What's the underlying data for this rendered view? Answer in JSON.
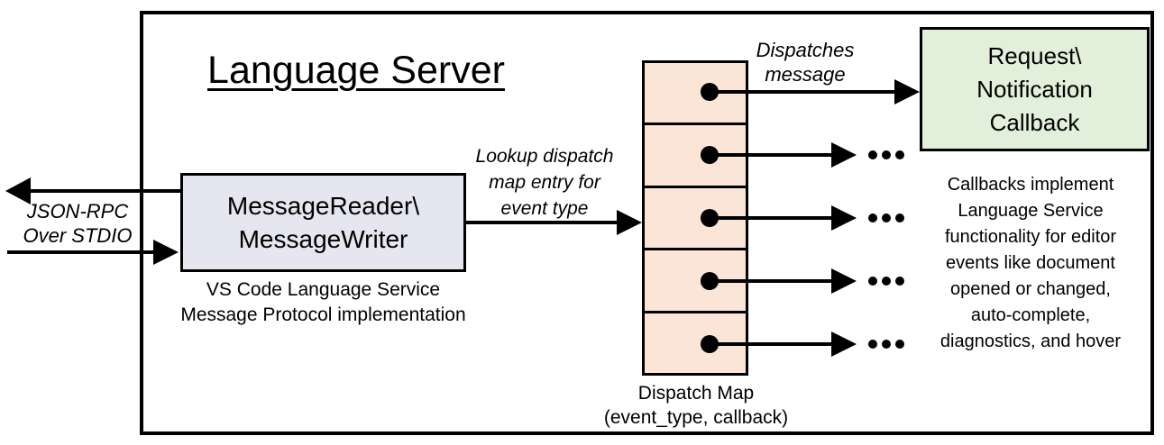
{
  "title": "Language Server",
  "colors": {
    "message_box_fill": "#E6E6F0",
    "dispatch_map_fill": "#FBE5D6",
    "callback_box_fill": "#E2EFDA",
    "stroke": "#000000",
    "background": "#FFFFFF"
  },
  "stdio_label": {
    "line1": "JSON-RPC",
    "line2": "Over STDIO"
  },
  "message_box": {
    "line1": "MessageReader\\",
    "line2": "MessageWriter"
  },
  "message_box_caption": {
    "line1": "VS Code Language Service",
    "line2": "Message Protocol implementation"
  },
  "lookup_label": {
    "line1": "Lookup dispatch",
    "line2": "map entry for",
    "line3": "event type"
  },
  "dispatch_map": {
    "row_count": 5,
    "caption": {
      "line1": "Dispatch Map",
      "line2": "(event_type, callback)"
    }
  },
  "dispatches_label": {
    "line1": "Dispatches",
    "line2": "message"
  },
  "callback_box": {
    "line1": "Request\\",
    "line2": "Notification",
    "line3": "Callback"
  },
  "callbacks_note": {
    "line1": "Callbacks implement",
    "line2": "Language Service",
    "line3": "functionality for editor",
    "line4": "events like document",
    "line5": "opened or changed,",
    "line6": "auto-complete,",
    "line7": "diagnostics, and hover"
  },
  "icons": {
    "ellipsis": "more-callbacks-dots"
  }
}
